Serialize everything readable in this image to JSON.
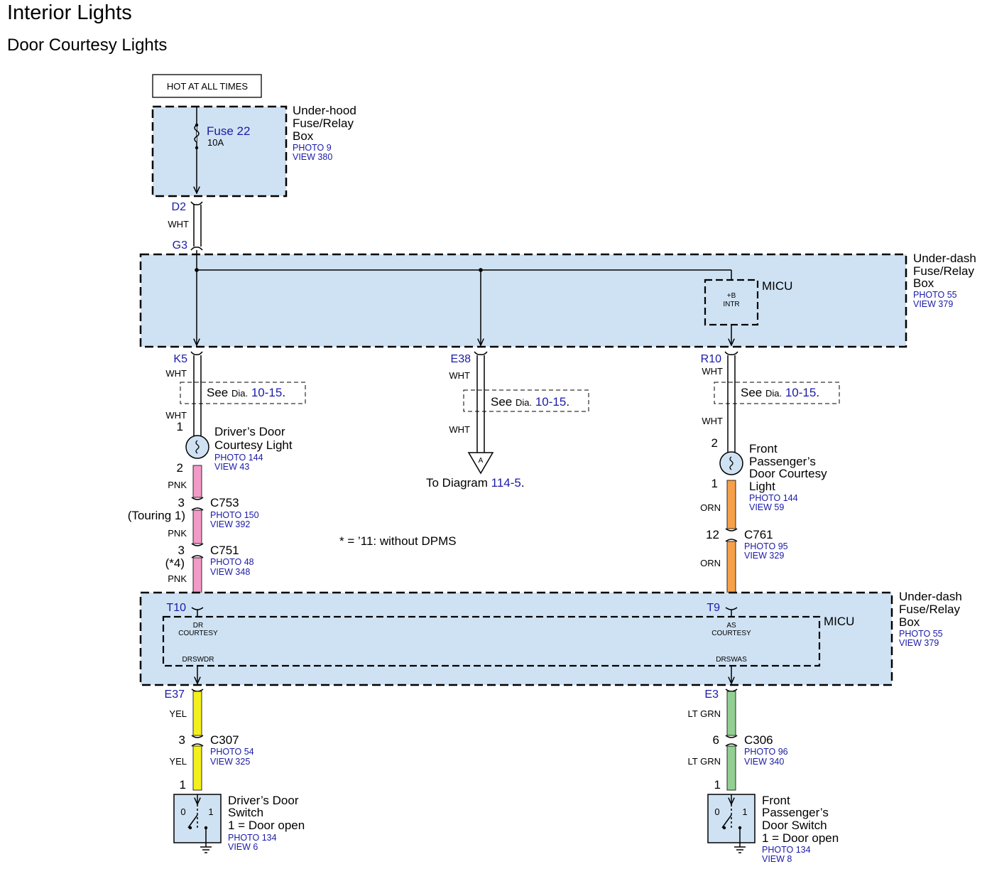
{
  "title": "Interior Lights",
  "subtitle": "Door Courtesy Lights",
  "hot_label": "HOT AT ALL TIMES",
  "fuse_box": {
    "name_l1": "Under-hood",
    "name_l2": "Fuse/Relay",
    "name_l3": "Box",
    "photo": "PHOTO 9",
    "view": "VIEW 380",
    "fuse": "Fuse 22",
    "rating": "10A"
  },
  "underdash_top": {
    "name_l1": "Under-dash",
    "name_l2": "Fuse/Relay",
    "name_l3": "Box",
    "photo": "PHOTO 55",
    "view": "VIEW 379",
    "micu": "MICU",
    "term_l1": "+B",
    "term_l2": "INTR"
  },
  "underdash_bottom": {
    "name_l1": "Under-dash",
    "name_l2": "Fuse/Relay",
    "name_l3": "Box",
    "photo": "PHOTO 55",
    "view": "VIEW 379",
    "micu": "MICU",
    "dr_l1": "DR",
    "dr_l2": "COURTESY",
    "as_l1": "AS",
    "as_l2": "COURTESY",
    "drswdr": "DRSWDR",
    "drswas": "DRSWAS"
  },
  "connectors": {
    "d2": "D2",
    "g3": "G3",
    "k5": "K5",
    "e38": "E38",
    "r10": "R10",
    "t10": "T10",
    "t9": "T9",
    "e37": "E37",
    "e3": "E3"
  },
  "wires": {
    "wht": "WHT",
    "pnk": "PNK",
    "orn": "ORN",
    "yel": "YEL",
    "ltgrn": "LT GRN"
  },
  "see_dia": {
    "see": "See",
    "dia": "Dia.",
    "num": "10-15",
    "dot": "."
  },
  "to_diagram": {
    "prefix": "To Diagram",
    "num": "114-5",
    "dot": ".",
    "arrow_letter": "A"
  },
  "note": "* =  ’11: without DPMS",
  "driver_light": {
    "name_l1": "Driver’s Door",
    "name_l2": "Courtesy Light",
    "photo": "PHOTO 144",
    "view": "VIEW 43",
    "pin_top": "1",
    "pin_bottom": "2"
  },
  "c753": {
    "name": "C753",
    "pin": "3",
    "note": "(Touring 1)",
    "photo": "PHOTO 150",
    "view": "VIEW 392"
  },
  "c751": {
    "name": "C751",
    "pin": "3",
    "note": "(*4)",
    "photo": "PHOTO 48",
    "view": "VIEW 348"
  },
  "pass_light": {
    "name_l1": "Front",
    "name_l2": "Passenger’s",
    "name_l3": "Door Courtesy",
    "name_l4": "Light",
    "photo": "PHOTO 144",
    "view": "VIEW 59",
    "pin_top": "2",
    "pin_bottom": "1"
  },
  "c761": {
    "name": "C761",
    "pin": "12",
    "photo": "PHOTO 95",
    "view": "VIEW 329"
  },
  "c307": {
    "name": "C307",
    "pin": "3",
    "photo": "PHOTO 54",
    "view": "VIEW 325"
  },
  "c306": {
    "name": "C306",
    "pin": "6",
    "photo": "PHOTO 96",
    "view": "VIEW 340"
  },
  "driver_switch": {
    "name_l1": "Driver’s Door",
    "name_l2": "Switch",
    "name_l3": "1 = Door open",
    "photo": "PHOTO 134",
    "view": "VIEW 6",
    "pin": "1",
    "pos0": "0",
    "pos1": "1"
  },
  "pass_switch": {
    "name_l1": "Front",
    "name_l2": "Passenger’s",
    "name_l3": "Door Switch",
    "name_l4": "1 = Door open",
    "photo": "PHOTO 134",
    "view": "VIEW 8",
    "pin": "1",
    "pos0": "0",
    "pos1": "1"
  },
  "colors": {
    "pink": "#f29ac8",
    "orange": "#f7a04b",
    "yellow": "#f3f01e",
    "green": "#93cf93",
    "box": "#cfe2f3",
    "blue_text": "#1a1aa8"
  }
}
